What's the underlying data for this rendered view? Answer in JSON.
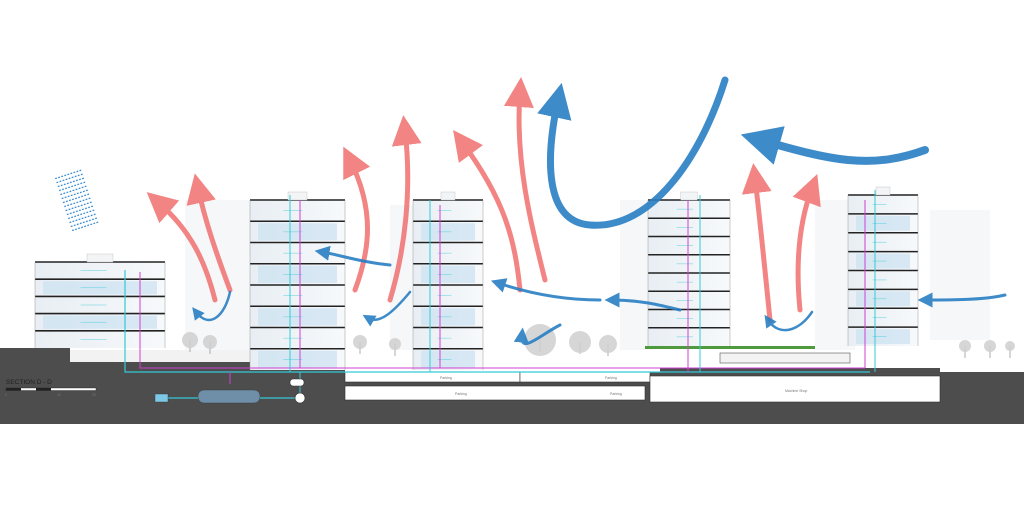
{
  "section_title": "SECTION D - D",
  "scale_labels": [
    "0",
    "10",
    "20"
  ],
  "underground_labels": {
    "parking_1": "Parking",
    "parking_2": "Parking",
    "parking_3": "Parking",
    "parking_4": "Parking",
    "machine_shop": "Machine Shop"
  },
  "colors": {
    "warm_air": "#f08080",
    "cool_air": "#2a7fc4",
    "water_line": "#35c9d6",
    "service_line": "#d040d0",
    "ground": "#4d4d4d",
    "glass": "#cfe3f2",
    "slab": "#222222",
    "green_roof": "#4f9a3c"
  },
  "icons": [
    "solar-panel-icon",
    "tree-icon",
    "water-tank-icon"
  ]
}
